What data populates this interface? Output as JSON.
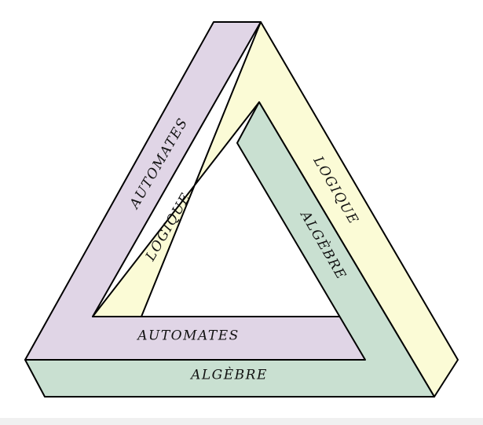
{
  "colors": {
    "automates": "#e0d5e6",
    "logique": "#fbfbd6",
    "algebre": "#c9e0d1",
    "stroke": "#000000",
    "background": "#ffffff"
  },
  "labels": {
    "automates_outer": "AUTOMATES",
    "automates_inner": "AUTOMATES",
    "logique_outer": "LOGIQUE",
    "logique_inner": "LOGIQUE",
    "algebre_outer": "ALGÈBRE",
    "algebre_inner": "ALGÈBRE"
  }
}
